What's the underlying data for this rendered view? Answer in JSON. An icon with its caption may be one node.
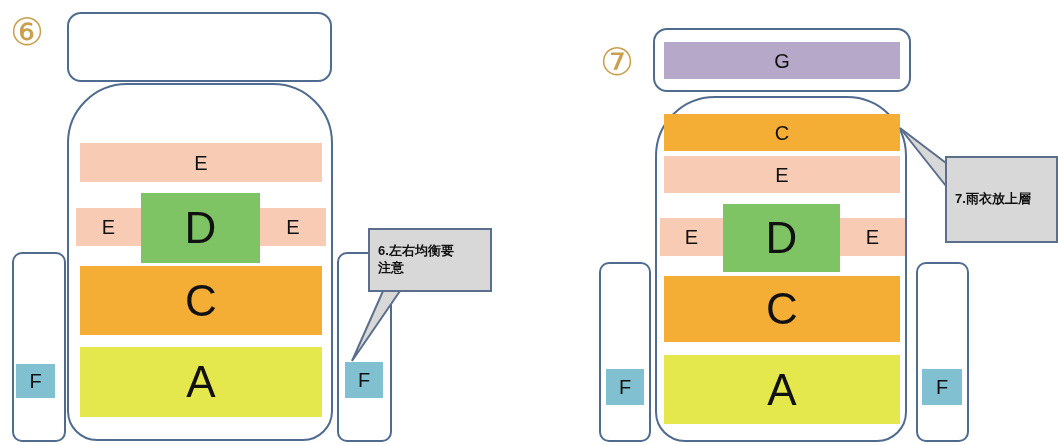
{
  "diagram": {
    "nodes": [
      {
        "text": [],
        "shape": "box"
      },
      {
        "text": [],
        "shape": "box"
      },
      {
        "text": [
          "E"
        ],
        "in": 1
      },
      {
        "text": [
          "E"
        ],
        "in": 1
      },
      {
        "text": [
          "D"
        ],
        "in": 1
      },
      {
        "text": [
          "E"
        ],
        "in": 1
      },
      {
        "text": [
          "C"
        ],
        "in": 1
      },
      {
        "text": [
          "A"
        ],
        "in": 1
      },
      {
        "text": [],
        "shape": "box"
      },
      {
        "text": [
          "F"
        ],
        "in": 8
      },
      {
        "text": [],
        "shape": "box"
      },
      {
        "text": [
          "F"
        ],
        "in": 10
      },
      {
        "text": [
          "6.左右均衡要注意"
        ]
      },
      {
        "text": [],
        "shape": "box"
      },
      {
        "text": [
          "G"
        ],
        "in": 13
      },
      {
        "text": [],
        "shape": "box"
      },
      {
        "text": [
          "C"
        ],
        "in": 15
      },
      {
        "text": [
          "E"
        ],
        "in": 15
      },
      {
        "text": [
          "E"
        ],
        "in": 15
      },
      {
        "text": [
          "D"
        ],
        "in": 15
      },
      {
        "text": [
          "E"
        ],
        "in": 15
      },
      {
        "text": [
          "C"
        ],
        "in": 15
      },
      {
        "text": [
          "A"
        ],
        "in": 15
      },
      {
        "text": [],
        "shape": "box"
      },
      {
        "text": [
          "F"
        ],
        "in": 23
      },
      {
        "text": [],
        "shape": "box"
      },
      {
        "text": [
          "F"
        ],
        "in": 25
      },
      {
        "text": [
          "7.雨衣放上層"
        ]
      }
    ],
    "edges": [
      {
        "from": 12,
        "to": 11,
        "arrow": "none"
      },
      {
        "from": 27,
        "to": 16,
        "arrow": "none"
      }
    ],
    "labels": [
      "⑥",
      "⑦"
    ]
  }
}
